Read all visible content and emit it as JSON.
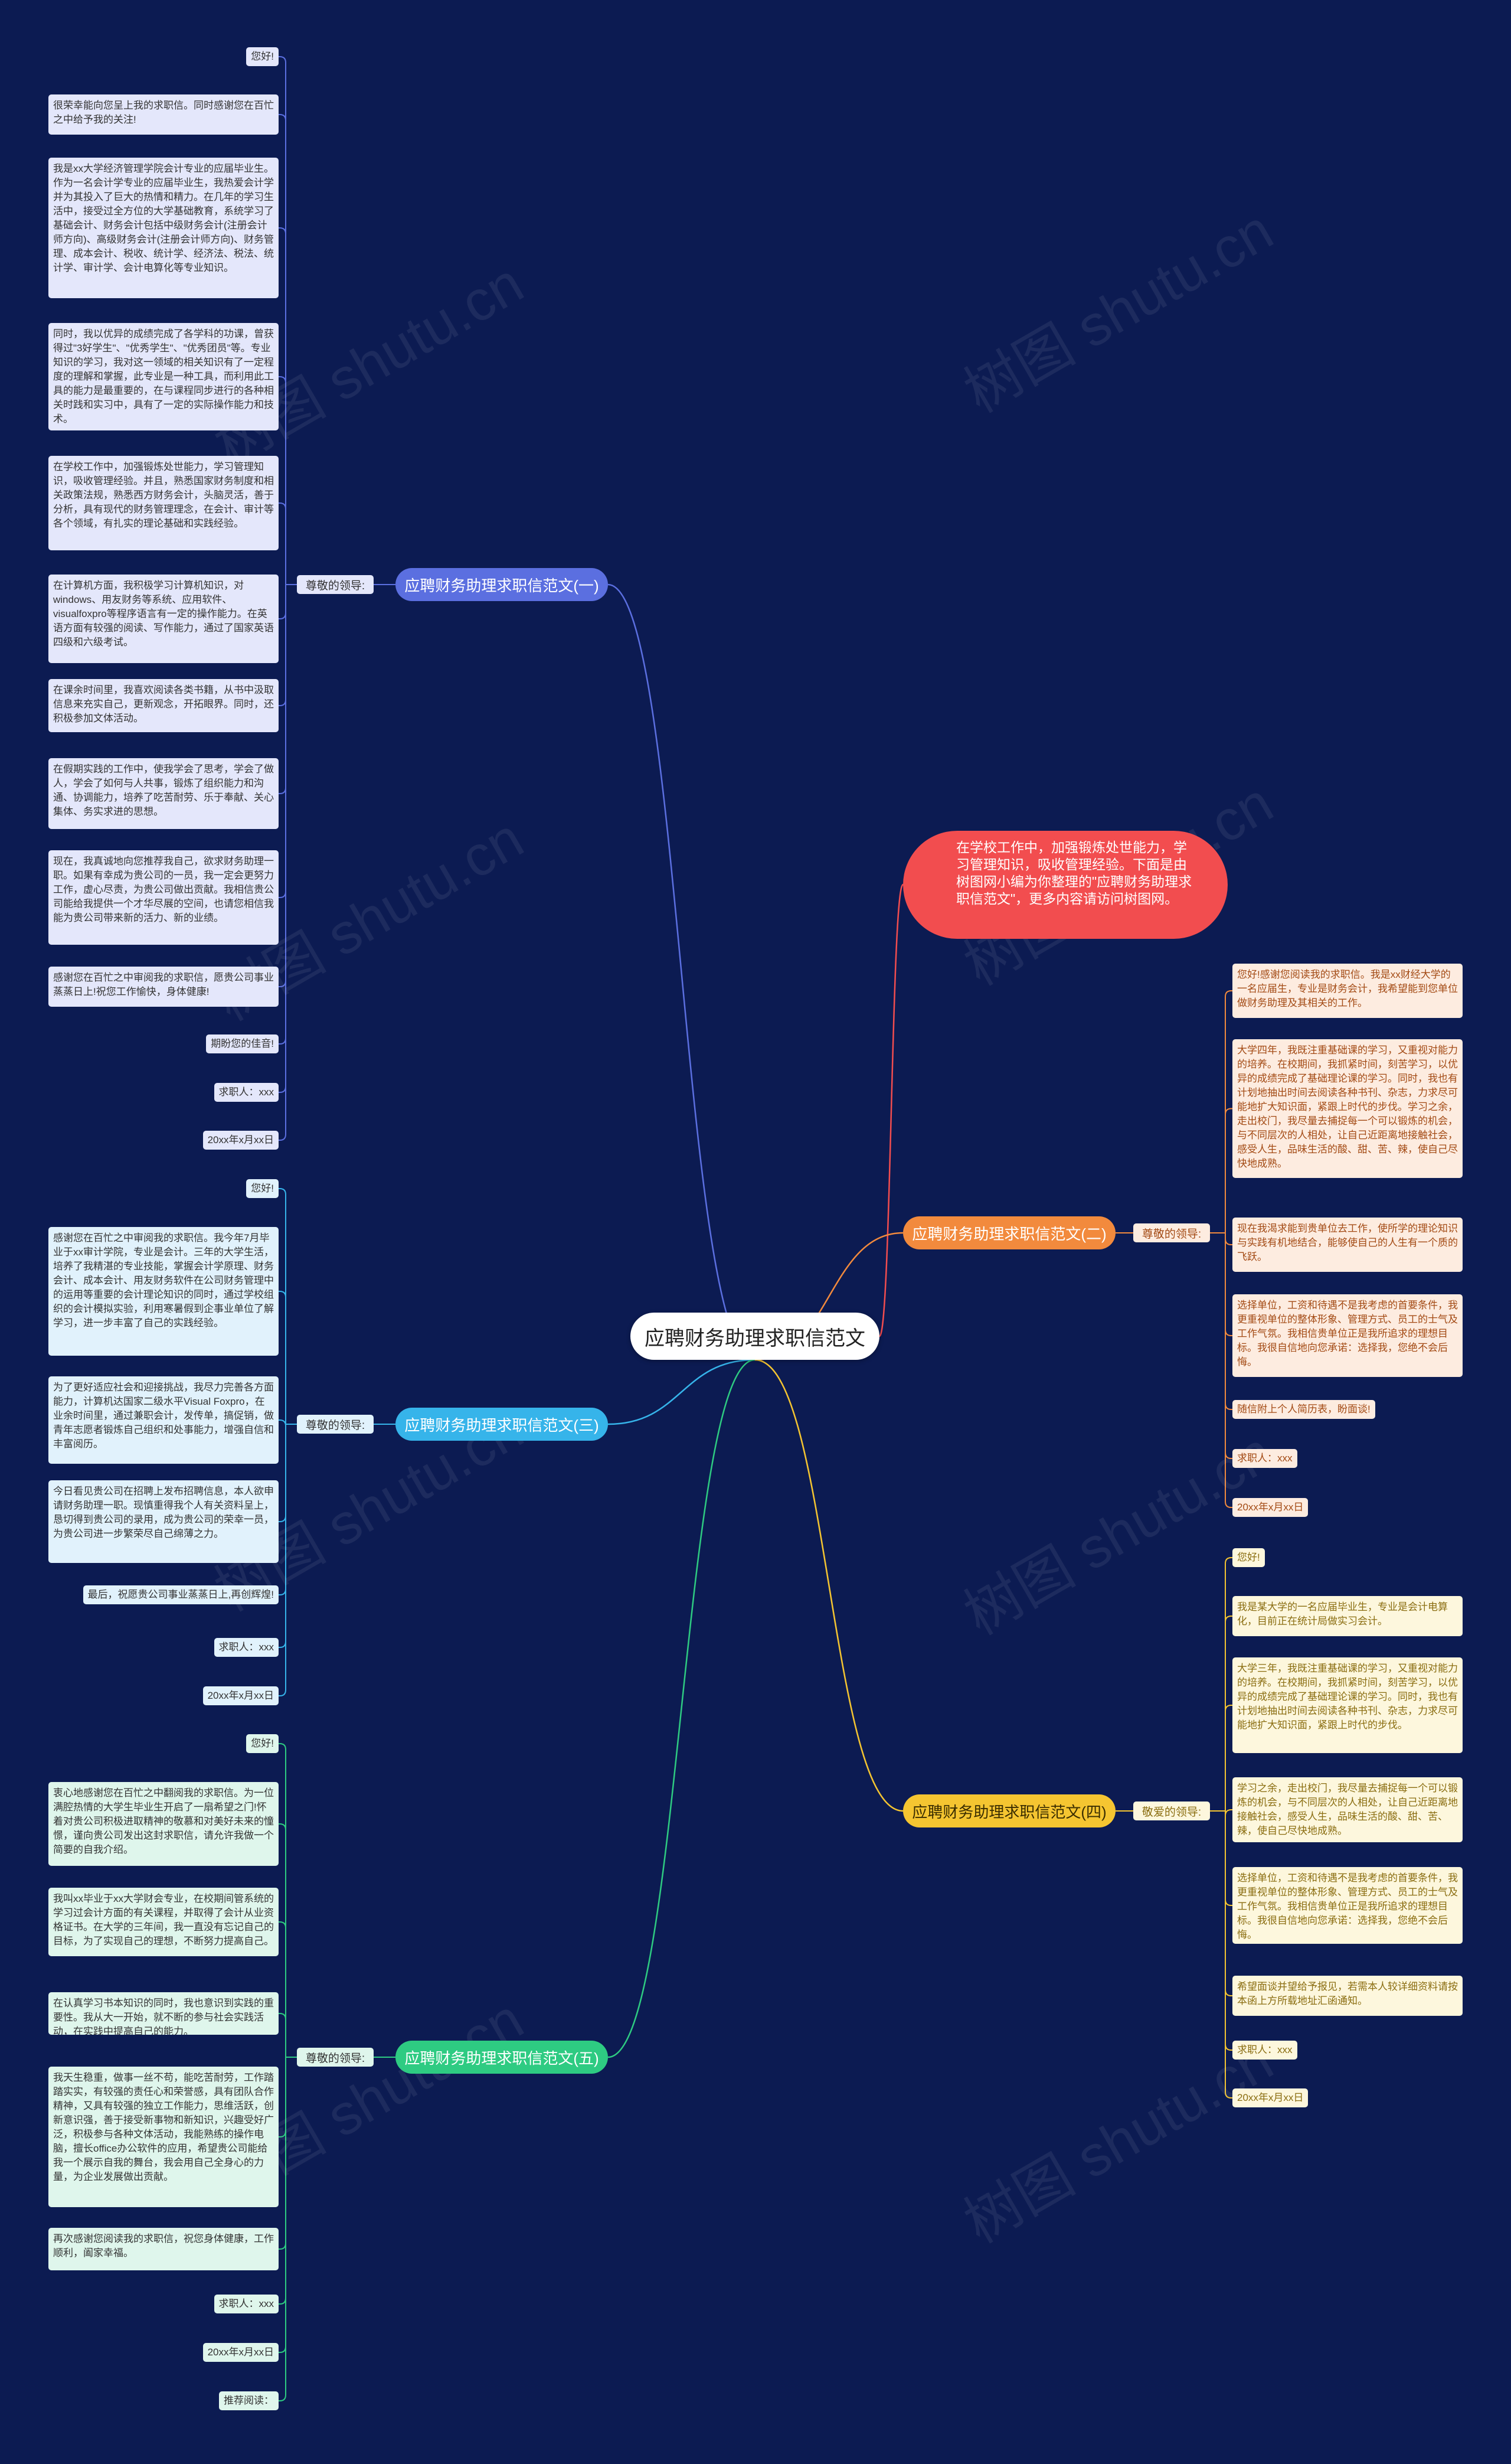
{
  "root": {
    "label": "应聘财务助理求职信范文"
  },
  "intro": {
    "text": "在学校工作中，加强锻炼处世能力，学习管理知识，吸收管理经验。下面是由树图网小编为你整理的\"应聘财务助理求职信范文\"，更多内容请访问树图网。"
  },
  "colors": {
    "background": "#0c1b52",
    "branch1": "#5b6fe0",
    "branch2": "#f28a3d",
    "branch3": "#36b4ea",
    "branch4": "#f5c531",
    "branch5": "#2ecb82",
    "intro": "#f24d4f"
  },
  "watermark": "树图 shutu.cn",
  "branches": [
    {
      "title": "应聘财务助理求职信范文(一)",
      "label": "尊敬的领导:",
      "items": [
        "您好!",
        "很荣幸能向您呈上我的求职信。同时感谢您在百忙之中给予我的关注!",
        "我是xx大学经济管理学院会计专业的应届毕业生。作为一名会计学专业的应届毕业生，我热爱会计学并为其投入了巨大的热情和精力。在几年的学习生活中，接受过全方位的大学基础教育，系统学习了基础会计、财务会计包括中级财务会计(注册会计师方向)、高级财务会计(注册会计师方向)、财务管理、成本会计、税收、统计学、经济法、税法、统计学、审计学、会计电算化等专业知识。",
        "同时，我以优异的成绩完成了各学科的功课，曾获得过\"3好学生\"、\"优秀学生\"、\"优秀团员\"等。专业知识的学习，我对这一领域的相关知识有了一定程度的理解和掌握，此专业是一种工具，而利用此工具的能力是最重要的，在与课程同步进行的各种相关时践和实习中，具有了一定的实际操作能力和技术。",
        "在学校工作中，加强锻炼处世能力，学习管理知识，吸收管理经验。并且，熟悉国家财务制度和相关政策法规，熟悉西方财务会计，头脑灵活，善于分析，具有现代的财务管理理念，在会计、审计等各个领域，有扎实的理论基础和实践经验。",
        "在计算机方面，我积极学习计算机知识，对windows、用友财务等系统、应用软件、visualfoxpro等程序语言有一定的操作能力。在英语方面有较强的阅读、写作能力，通过了国家英语四级和六级考试。",
        "在课余时间里，我喜欢阅读各类书籍，从书中汲取信息来充实自己，更新观念，开拓眼界。同时，还积极参加文体活动。",
        "在假期实践的工作中，使我学会了思考，学会了做人，学会了如何与人共事，锻炼了组织能力和沟通、协调能力，培养了吃苦耐劳、乐于奉献、关心集体、务实求进的思想。",
        "现在，我真诚地向您推荐我自己，欲求财务助理一职。如果有幸成为贵公司的一员，我一定会更努力工作，虚心尽责，为贵公司做出贡献。我相信贵公司能给我提供一个才华尽展的空间，也请您相信我能为贵公司带来新的活力、新的业绩。",
        "感谢您在百忙之中审阅我的求职信，愿贵公司事业蒸蒸日上!祝您工作愉快，身体健康!",
        "期盼您的佳音!",
        "求职人：xxx",
        "20xx年x月xx日"
      ]
    },
    {
      "title": "应聘财务助理求职信范文(二)",
      "label": "尊敬的领导:",
      "items": [
        "您好!感谢您阅读我的求职信。我是xx财经大学的一名应届生，专业是财务会计，我希望能到您单位做财务助理及其相关的工作。",
        "大学四年，我既注重基础课的学习，又重视对能力的培养。在校期间，我抓紧时间，刻苦学习，以优异的成绩完成了基础理论课的学习。同时，我也有计划地抽出时间去阅读各种书刊、杂志，力求尽可能地扩大知识面，紧跟上时代的步伐。学习之余，走出校门，我尽量去捕捉每一个可以锻炼的机会，与不同层次的人相处，让自己近距离地接触社会，感受人生，品味生活的酸、甜、苦、辣，使自己尽快地成熟。",
        "现在我渴求能到贵单位去工作，使所学的理论知识与实践有机地结合，能够使自己的人生有一个质的飞跃。",
        "选择单位，工资和待遇不是我考虑的首要条件，我更重视单位的整体形象、管理方式、员工的士气及工作气氛。我相信贵单位正是我所追求的理想目标。我很自信地向您承诺：选择我，您绝不会后悔。",
        "随信附上个人简历表，盼面谈!",
        "求职人：xxx",
        "20xx年x月xx日"
      ]
    },
    {
      "title": "应聘财务助理求职信范文(三)",
      "label": "尊敬的领导:",
      "items": [
        "您好!",
        "感谢您在百忙之中审阅我的求职信。我今年7月毕业于xx审计学院，专业是会计。三年的大学生活，培养了我精湛的专业技能，掌握会计学原理、财务会计、成本会计、用友财务软件在公司财务管理中的运用等重要的会计理论知识的同时，通过学校组织的会计模拟实验，利用寒暑假到企事业单位了解学习，进一步丰富了自己的实践经验。",
        "为了更好适应社会和迎接挑战，我尽力完善各方面能力，计算机达国家二级水平Visual Foxpro，在业余时间里，通过兼职会计，发传单，搞促销，做青年志愿者锻炼自己组织和处事能力，增强自信和丰富阅历。",
        "今日看见贵公司在招聘上发布招聘信息，本人欲申请财务助理一职。现慎重得我个人有关资料呈上，恳切得到贵公司的录用，成为贵公司的荣幸一员，为贵公司进一步繁荣尽自己绵薄之力。",
        "最后，祝愿贵公司事业蒸蒸日上,再创辉煌!",
        "求职人：xxx",
        "20xx年x月xx日"
      ]
    },
    {
      "title": "应聘财务助理求职信范文(四)",
      "label": "敬爱的领导:",
      "items": [
        "您好!",
        "我是某大学的一名应届毕业生，专业是会计电算化，目前正在统计局做实习会计。",
        "大学三年，我既注重基础课的学习，又重视对能力的培养。在校期间，我抓紧时间，刻苦学习，以优异的成绩完成了基础理论课的学习。同时，我也有计划地抽出时间去阅读各种书刊、杂志，力求尽可能地扩大知识面，紧跟上时代的步伐。",
        "学习之余，走出校门，我尽量去捕捉每一个可以锻炼的机会，与不同层次的人相处，让自己近距离地接触社会，感受人生，品味生活的酸、甜、苦、辣，使自己尽快地成熟。",
        "选择单位，工资和待遇不是我考虑的首要条件，我更重视单位的整体形象、管理方式、员工的士气及工作气氛。我相信贵单位正是我所追求的理想目标。我很自信地向您承诺：选择我，您绝不会后悔。",
        "希望面谈并望给予报见，若需本人较详细资料请按本函上方所载地址汇函通知。",
        "求职人：xxx",
        "20xx年x月xx日"
      ]
    },
    {
      "title": "应聘财务助理求职信范文(五)",
      "label": "尊敬的领导:",
      "items": [
        "您好!",
        "衷心地感谢您在百忙之中翻阅我的求职信。为一位满腔热情的大学生毕业生开启了一扇希望之门!怀着对贵公司积极进取精神的敬慕和对美好未来的憧憬，谨向贵公司发出这封求职信，请允许我做一个简要的自我介绍。",
        "我叫xx毕业于xx大学财会专业，在校期间管系统的学习过会计方面的有关课程，并取得了会计从业资格证书。在大学的三年间，我一直没有忘记自己的目标，为了实现自己的理想，不断努力提高自己。",
        "在认真学习书本知识的同时，我也意识到实践的重要性。我从大一开始，就不断的参与社会实践活动，在实践中提高自己的能力。",
        "我天生稳重，做事一丝不苟，能吃苦耐劳，工作踏踏实实，有较强的责任心和荣誉感，具有团队合作精神，又具有较强的独立工作能力，思维活跃，创新意识强，善于接受新事物和新知识，兴趣受好广泛，积极参与各种文体活动，我能熟练的操作电脑，擅长office办公软件的应用，希望贵公司能给我一个展示自我的舞台，我会用自己全身心的力量，为企业发展做出贡献。",
        "再次感谢您阅读我的求职信，祝您身体健康，工作顺利，阖家幸福。",
        "求职人：xxx",
        "20xx年x月xx日",
        "推荐阅读："
      ]
    }
  ]
}
